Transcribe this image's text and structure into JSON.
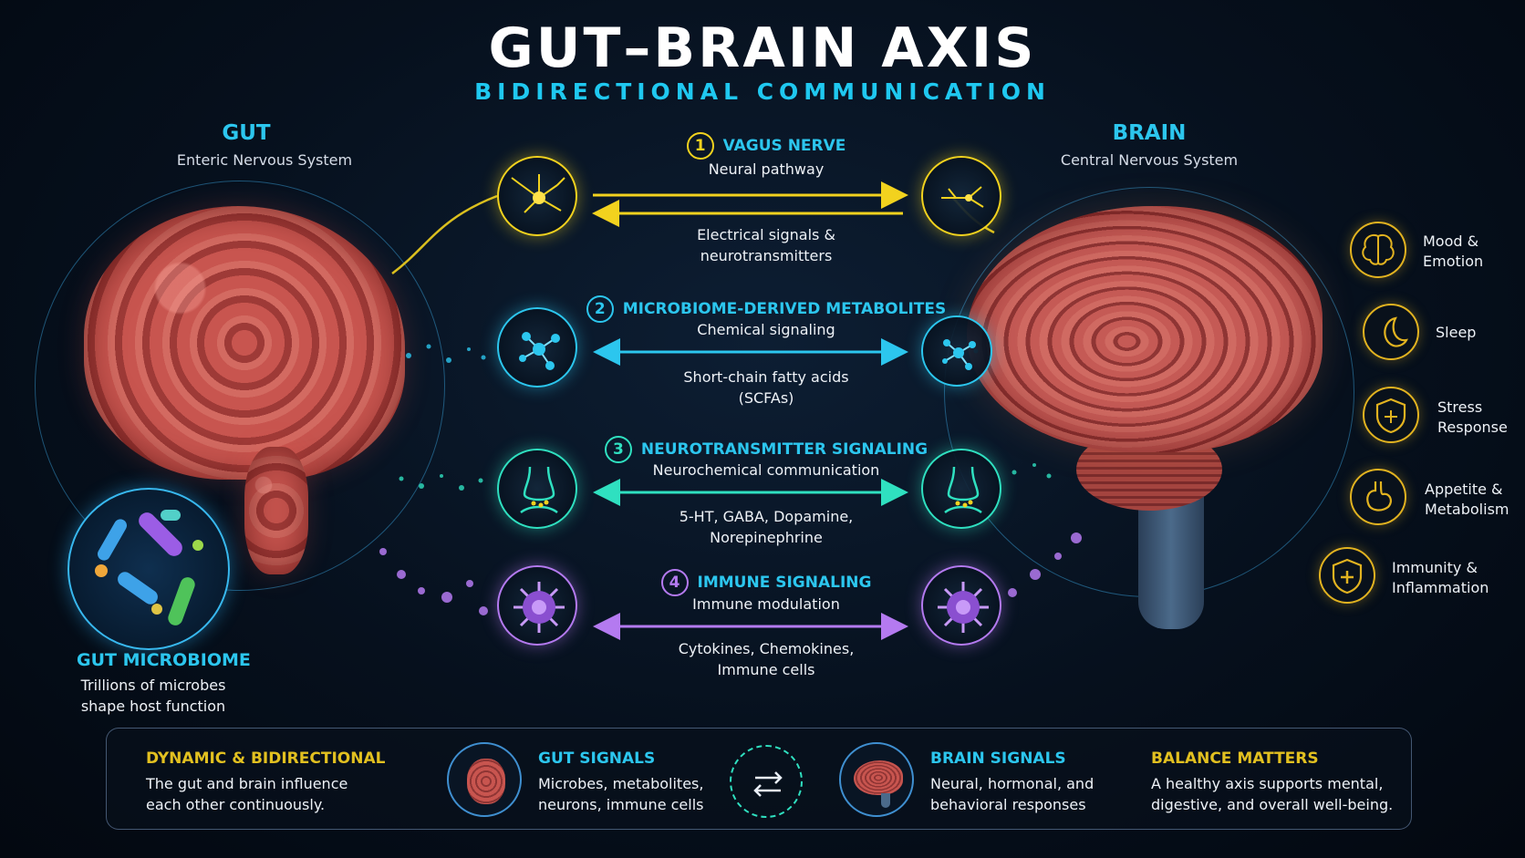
{
  "header": {
    "title": "GUT–BRAIN AXIS",
    "subtitle": "BIDIRECTIONAL COMMUNICATION"
  },
  "gut": {
    "title": "GUT",
    "subtitle": "Enteric Nervous System"
  },
  "brain": {
    "title": "BRAIN",
    "subtitle": "Central Nervous System"
  },
  "microbiome": {
    "title": "GUT MICROBIOME",
    "line1": "Trillions of microbes",
    "line2": "shape host function"
  },
  "pathways": [
    {
      "number": "1",
      "title": "VAGUS NERVE",
      "subtitle": "Neural pathway",
      "note1": "Electrical signals &",
      "note2": "neurotransmitters",
      "color": "#f2d21e",
      "icon": "neuron-icon"
    },
    {
      "number": "2",
      "title": "MICROBIOME-DERIVED METABOLITES",
      "subtitle": "Chemical signaling",
      "note1": "Short-chain fatty acids",
      "note2": "(SCFAs)",
      "color": "#2cc6ee",
      "icon": "molecule-icon"
    },
    {
      "number": "3",
      "title": "NEUROTRANSMITTER SIGNALING",
      "subtitle": "Neurochemical communication",
      "note1": "5-HT, GABA, Dopamine,",
      "note2": "Norepinephrine",
      "color": "#2fe0c0",
      "icon": "synapse-icon"
    },
    {
      "number": "4",
      "title": "IMMUNE SIGNALING",
      "subtitle": "Immune modulation",
      "note1": "Cytokines, Chemokines,",
      "note2": "Immune cells",
      "color": "#b47af0",
      "icon": "immune-cell-icon"
    }
  ],
  "effects": [
    {
      "line1": "Mood &",
      "line2": "Emotion",
      "icon": "brain-icon"
    },
    {
      "line1": "Sleep",
      "line2": "",
      "icon": "moon-icon"
    },
    {
      "line1": "Stress",
      "line2": "Response",
      "icon": "shield-icon"
    },
    {
      "line1": "Appetite &",
      "line2": "Metabolism",
      "icon": "stomach-icon"
    },
    {
      "line1": "Immunity &",
      "line2": "Inflammation",
      "icon": "shield-plus-icon"
    }
  ],
  "bottom": {
    "dynamic": {
      "title": "DYNAMIC & BIDIRECTIONAL",
      "line1": "The gut and brain influence",
      "line2": "each other continuously."
    },
    "gut_signals": {
      "title": "GUT SIGNALS",
      "line1": "Microbes, metabolites,",
      "line2": "neurons, immune cells"
    },
    "brain_signals": {
      "title": "BRAIN SIGNALS",
      "line1": "Neural, hormonal, and",
      "line2": "behavioral responses"
    },
    "balance": {
      "title": "BALANCE MATTERS",
      "line1": "A healthy axis supports mental,",
      "line2": "digestive, and overall well-being."
    }
  },
  "colors": {
    "yellow": "#f2d21e",
    "cyan": "#2cc6ee",
    "teal": "#2fe0c0",
    "purple": "#b47af0",
    "gold": "#e2b320"
  }
}
